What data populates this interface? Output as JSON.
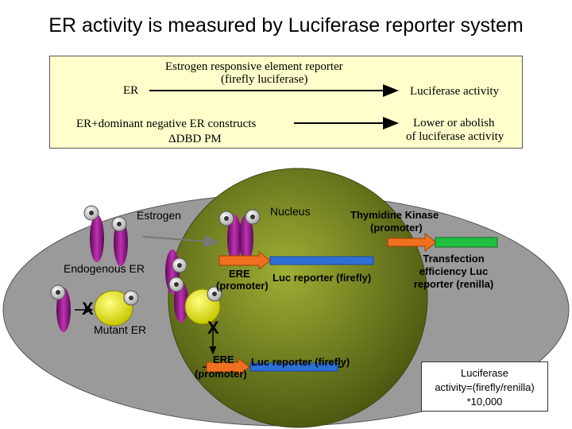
{
  "title": "ER activity is measured by Luciferase reporter system",
  "infobox": {
    "reporter_line1": "Estrogen responsive element reporter",
    "reporter_line2": "(firefly luciferase)",
    "er_label": "ER",
    "luciferase_activity": "Luciferase activity",
    "dominant_negative": "ER+dominant negative ER constructs",
    "constructs": "ΔDBD   PM",
    "lower_line1": "Lower or abolish",
    "lower_line2": "of luciferase activity"
  },
  "cell": {
    "nucleus": "Nucleus",
    "estrogen": "Estrogen",
    "endogenous_er": "Endogenous ER",
    "mutant_er": "Mutant ER",
    "thymidine_line1": "Thymidine Kinase",
    "thymidine_line2": "(promoter)",
    "transfection_line1": "Transfection",
    "transfection_line2": "efficiency Luc",
    "transfection_line3": "reporter (renilla)",
    "ere_top": "ERE",
    "luc_top": "Luc reporter (firefly)",
    "promoter_top": "(promoter)",
    "ere_bottom": "ERE",
    "luc_bottom": "Luc reporter (firefly)",
    "promoter_bottom": "(promoter)",
    "block_mark": "X"
  },
  "formula": {
    "line1": "Luciferase",
    "line2": "activity=(firefly/renilla)",
    "line3": "*10,000"
  },
  "colors": {
    "cell_fill": "#9a9a9a",
    "nucleus_fill": "#6e7a1e",
    "receptor": "#9b1b8e",
    "ligand": "#c9c9c9",
    "mutant": "#e8e800",
    "ere_arrow": "#f07020",
    "luc_bar": "#2e6fd6",
    "tk_bar": "#1fbf3f",
    "infobox_fill": "#ffffcc"
  }
}
